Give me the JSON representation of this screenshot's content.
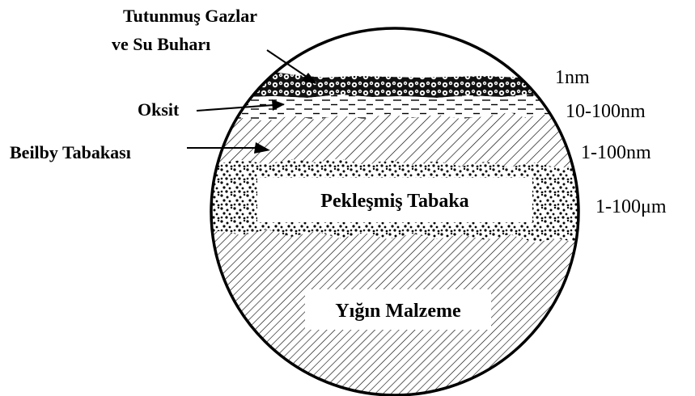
{
  "diagram": {
    "labels": {
      "adsorbed": "Tutunmuş Gazlar",
      "adsorbed_line2": "ve Su Buharı",
      "oxide": "Oksit",
      "beilby": "Beilby Tabakası",
      "worked": "Pekleşmiş Tabaka",
      "bulk": "Yığın Malzeme"
    },
    "thickness": {
      "adsorbed": "1nm",
      "oxide": "10-100nm",
      "beilby": "1-100nm",
      "worked": "1-100μm"
    }
  }
}
